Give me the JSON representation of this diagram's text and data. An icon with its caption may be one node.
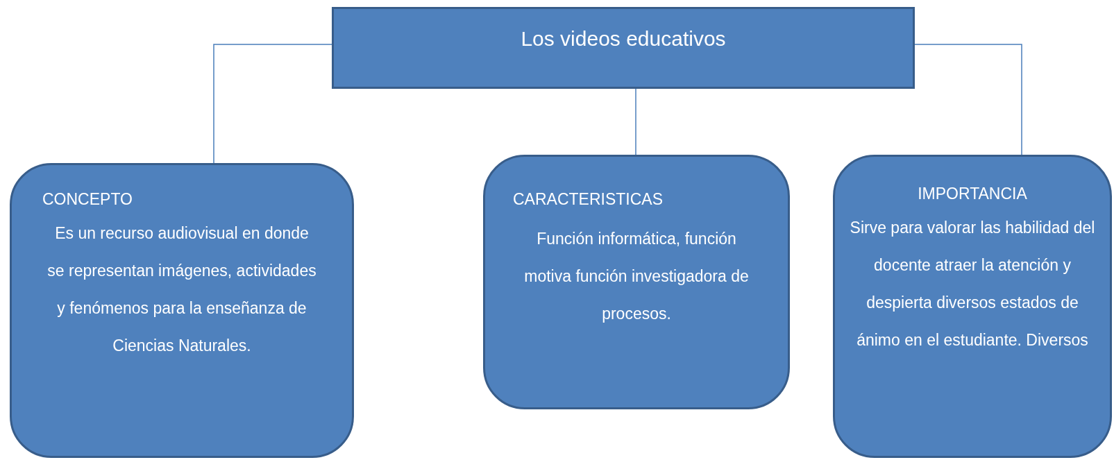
{
  "diagram": {
    "nodes": [
      {
        "text": [
          "Los videos educativos"
        ]
      },
      {
        "text": [
          "CONCEPTO",
          "Es un recurso audiovisual en donde se representan imágenes, actividades y fenómenos para la enseñanza de Ciencias Naturales."
        ]
      },
      {
        "text": [
          "CARACTERISTICAS",
          "Función informática, función motiva función investigadora de procesos."
        ]
      },
      {
        "text": [
          "IMPORTANCIA",
          "Sirve para valorar las habilidad del docente atraer la atención y despierta diversos estados de ánimo en el estudiante. Diversos"
        ]
      }
    ],
    "edges": [
      {
        "from": 0,
        "to": 1,
        "arrow": "none"
      },
      {
        "from": 0,
        "to": 2,
        "arrow": "none"
      },
      {
        "from": 0,
        "to": 3,
        "arrow": "none"
      }
    ]
  }
}
